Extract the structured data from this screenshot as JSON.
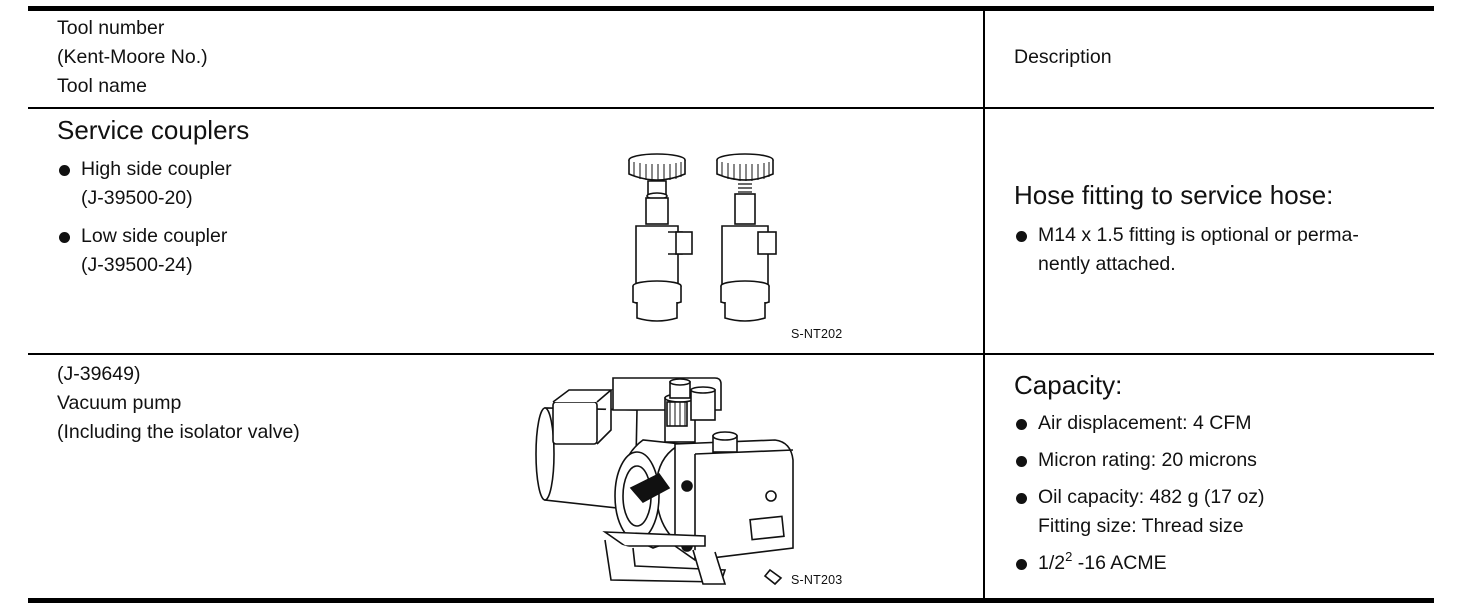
{
  "header": {
    "tool_col": [
      "Tool number",
      "(Kent-Moore No.)",
      "Tool name"
    ],
    "desc_col": "Description"
  },
  "rows": [
    {
      "title": "Service couplers",
      "items": [
        {
          "label": "High side coupler",
          "number": "(J-39500-20)"
        },
        {
          "label": "Low side coupler",
          "number": "(J-39500-24)"
        }
      ],
      "figure_icon": "service-couplers-illustration",
      "figure_code": "S-NT202",
      "desc_heading": "Hose fitting to service hose:",
      "desc_bullets": [
        "M14 x 1.5 fitting is optional or perma-",
        "nently attached."
      ]
    },
    {
      "lines": [
        "(J-39649)",
        "Vacuum pump",
        "(Including the isolator valve)"
      ],
      "figure_icon": "vacuum-pump-illustration",
      "figure_code": "S-NT203",
      "desc_heading": "Capacity:",
      "desc_bullets": [
        "Air displacement: 4 CFM",
        "Micron rating: 20 microns",
        "Oil capacity: 482 g (17 oz)",
        "Fitting size: Thread size",
        "1/2",
        "2",
        " -16 ACME"
      ]
    }
  ]
}
